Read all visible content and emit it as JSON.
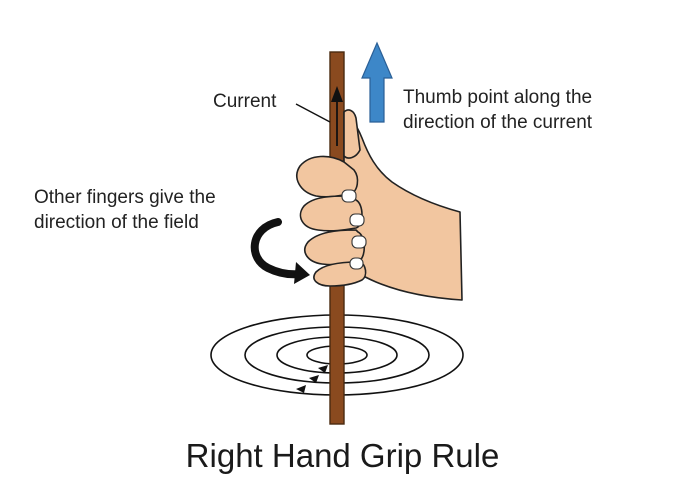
{
  "labels": {
    "current": "Current",
    "thumb_line1": "Thumb point along the",
    "thumb_line2": "direction of the current",
    "fingers_line1": "Other fingers give the",
    "fingers_line2": "direction of the field"
  },
  "title": "Right Hand Grip Rule",
  "colors": {
    "rod": "#8a4a1f",
    "skin": "#f2c6a0",
    "thumb_arrow": "#3d87c8",
    "lines": "#111111"
  }
}
